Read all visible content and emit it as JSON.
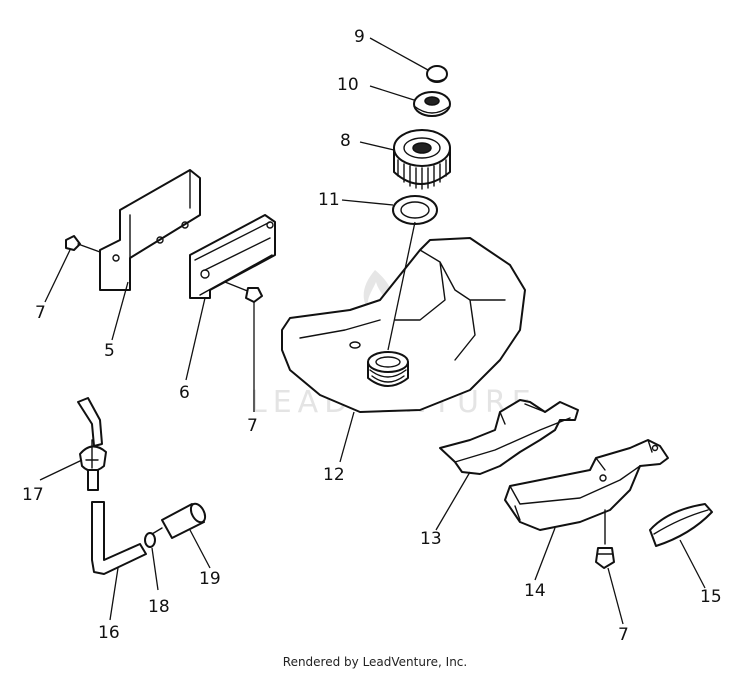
{
  "watermark": "LEADVENTURE",
  "footer": "Rendered by LeadVenture, Inc.",
  "callouts": {
    "c9": "9",
    "c10": "10",
    "c8": "8",
    "c11": "11",
    "c7a": "7",
    "c5": "5",
    "c6": "6",
    "c7b": "7",
    "c12": "12",
    "c17": "17",
    "c13": "13",
    "c14": "14",
    "c15": "15",
    "c19": "19",
    "c18": "18",
    "c16": "16",
    "c7c": "7"
  }
}
